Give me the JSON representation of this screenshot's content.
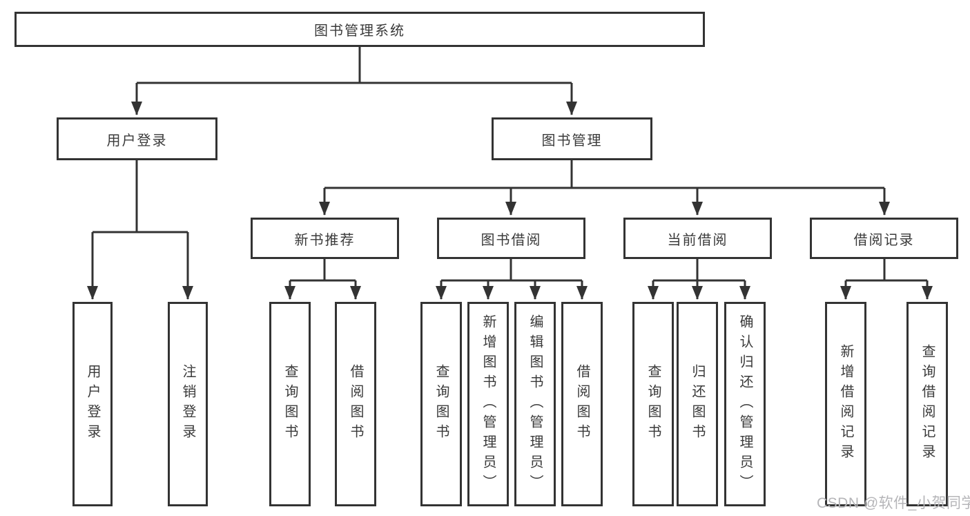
{
  "diagram": {
    "root": {
      "label": "图书管理系统",
      "children": [
        {
          "label": "用户登录",
          "children": [
            {
              "label": "用户登录"
            },
            {
              "label": "注销登录"
            }
          ]
        },
        {
          "label": "图书管理",
          "children": [
            {
              "label": "新书推荐",
              "children": [
                {
                  "label": "查询图书"
                },
                {
                  "label": "借阅图书"
                }
              ]
            },
            {
              "label": "图书借阅",
              "children": [
                {
                  "label": "查询图书"
                },
                {
                  "label": "新增图书（管理员）"
                },
                {
                  "label": "编辑图书（管理员）"
                },
                {
                  "label": "借阅图书"
                }
              ]
            },
            {
              "label": "当前借阅",
              "children": [
                {
                  "label": "查询图书"
                },
                {
                  "label": "归还图书"
                },
                {
                  "label": "确认归还（管理员）"
                }
              ]
            },
            {
              "label": "借阅记录",
              "children": [
                {
                  "label": "新增借阅记录"
                },
                {
                  "label": "查询借阅记录"
                }
              ]
            }
          ]
        }
      ]
    },
    "watermark": "CSDN @软件_小贺同学",
    "colors": {
      "line": "#333333",
      "text": "#3a3a3a",
      "watermark": "#b5b5b8",
      "background": "#ffffff"
    }
  }
}
